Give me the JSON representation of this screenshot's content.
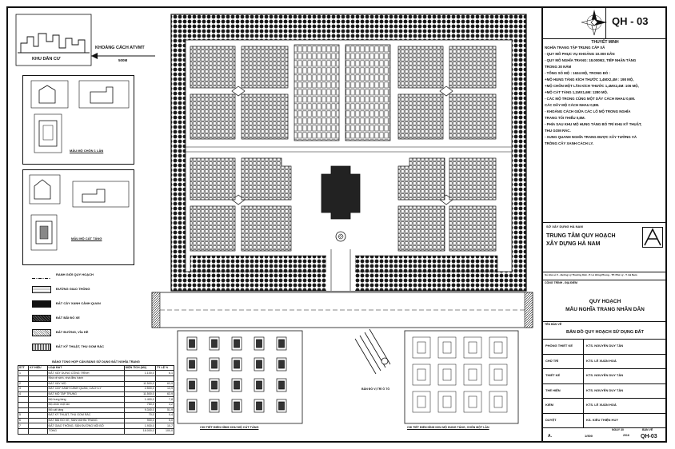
{
  "sheet": {
    "code": "QH - 03",
    "bottom_code": "QH-03",
    "paper_size": "A.",
    "scale": "1/500",
    "date_label": "NGÀY 30",
    "year": "2016",
    "sheet_label": "BẢN VẼ"
  },
  "residential": {
    "label": "KHU DÂN CƯ",
    "distance_label": "KHOẢNG CÁCH ATVMT",
    "distance_value": "500M"
  },
  "notes": {
    "title": "THUYẾT MINH",
    "lines": [
      "NGHĨA TRANG TẬP TRUNG CẤP XÃ",
      "- QUY MÔ PHỤC VỤ KHOẢNG 10.000 DÂN",
      "- QUY MÔ NGHĨA TRANG: 18.000M2, TIẾP NHẬN TĂNG",
      "TRONG 30 NĂM",
      "- TỔNG SỐ MỘ : 1634 MỘ, TRONG ĐÓ :",
      "+MỘ HUNG TÁNG KÍCH THƯỚC 1,4MX2,4M : 198 MỘ,",
      "+MỘ CHÔN MỘT LẦN KÍCH THƯỚC 1,4MX2,4M: 106 MỘ,",
      "+MỘ CÁT TÁNG 1,1MX1,6M: 1280 MỘ.",
      "- CÁC MỘ TRONG CÙNG MỘT DÃY CÁCH NHAU 0,6M.",
      "CÁC DÃY MỘ CÁCH NHAU 0,8M.",
      "- KHOẢNG CÁCH GIỮA CÁC LÔ MỘ TRONG NGHĨA",
      "TRANG TỐI THIỂU 0,8M.",
      "- PHÍA SAU KHU MỘ HUNG TÁNG BỐ TRÍ KHU KỸ THUẬT,",
      "THU GOM RÁC.",
      "- XUNG QUANH NGHĨA TRANG ĐƯỢC XÂY TƯỜNG VÀ",
      "TRỒNG CÂY XANH CÁCH LY."
    ]
  },
  "agency": {
    "parent": "SỞ XÂY DỰNG HÀ NAM",
    "name_line1": "TRUNG TÂM QUY HOẠCH",
    "name_line2": "XÂY DỰNG HÀ NAM",
    "address": "Số nhà số 5 - đường Lý Thường Kiệt - P. Lê Hồng Phong - TP. Phủ Lý - T. Hà Nam"
  },
  "project": {
    "label": "CÔNG TRÌNH - ĐỊA ĐIỂM",
    "title_line1": "QUY HOẠCH",
    "title_line2": "MẪU NGHĨA TRANG NHÂN DÂN",
    "drawing_label": "TÊN BẢN VẼ",
    "drawing_title": "BẢN ĐỒ QUY HOẠCH SỬ DỤNG ĐẤT"
  },
  "staff": [
    {
      "role": "PHÒNG THIẾT KẾ",
      "name": "KTS. NGUYỄN DUY TÂN"
    },
    {
      "role": "CHỦ TRÌ",
      "name": "KTS. LÊ XUÂN HOÀ"
    },
    {
      "role": "THIẾT KẾ",
      "name": "KTS. NGUYỄN DUY TÂN"
    },
    {
      "role": "THỂ HIỆN",
      "name": "KTS. NGUYỄN DUY TÂN"
    },
    {
      "role": "KIỂM",
      "name": "KTS. LÊ XUÂN HOÀ"
    },
    {
      "role": "DUYỆT",
      "name": "KS. KIỀU THIỆN HUY"
    }
  ],
  "detail_titles": {
    "single_burial": "MẪU MỘ CHÔN 1 LẦN",
    "cat_tang": "MẪU MỘ CÁT TÁNG",
    "detail_cat_tang": "CHI TIẾT ĐIỂN HÌNH KHU MỘ CÁT TÁNG",
    "entrance": "BẢN ĐỒ VỊ TRÍ Ô TÔ",
    "detail_hung_tang": "CHI TIẾT ĐIỂN HÌNH KHU MỘ HUNG TÁNG, CHÔN MỘT LẦN"
  },
  "legend": [
    {
      "label": "RANH GIỚI QUY HOẠCH"
    },
    {
      "label": "ĐƯỜNG GIAO THÔNG"
    },
    {
      "label": "ĐẤT CÂY XANH CẢNH QUAN"
    },
    {
      "label": "ĐẤT BÃI ĐỖ XE"
    },
    {
      "label": "ĐẤT ĐƯỜNG, VỈA HÈ"
    },
    {
      "label": "ĐẤT KỸ THUẬT, THU GOM RÁC"
    }
  ],
  "land_table": {
    "title": "BẢNG TỔNG HỢP CÂN BẰNG SỬ DỤNG ĐẤT NGHĨA TRANG",
    "headers": [
      "STT",
      "KÝ HIỆU",
      "LOẠI ĐẤT",
      "DIỆN TÍCH (M2)",
      "TỶ LỆ %"
    ],
    "rows": [
      [
        "1",
        "",
        "ĐẤT XÂY DỰNG CÔNG TRÌNH",
        "1.100,0",
        "6,1"
      ],
      [
        "",
        "",
        "Nhà vệ sinh, nhà điều hành",
        "",
        ""
      ],
      [
        "2",
        "",
        "ĐẤT XÂY MỘ",
        "11.500,0",
        "63,9"
      ],
      [
        "3",
        "",
        "ĐẤT CÂY XANH CẢNH QUAN, CÁCH LY",
        "2.500,0",
        "13,9"
      ],
      [
        "4",
        "",
        "ĐẤT MỘ TẬP TRUNG",
        "11.500,0",
        "63,9"
      ],
      [
        "",
        "",
        "Mộ hung táng",
        "1.400,0",
        "7,8"
      ],
      [
        "",
        "",
        "Mộ chôn một lần",
        "760,0",
        "4,2"
      ],
      [
        "",
        "",
        "Mộ cát táng",
        "9.340,0",
        "51,9"
      ],
      [
        "5",
        "",
        "ĐẤT KỸ THUẬT, THU GOM RÁC",
        "70,0",
        "0,4"
      ],
      [
        "6",
        "",
        "ĐẤT BÃI ĐỖ XE, SÂN NGHĨA TRANG",
        "900,0",
        "5,0"
      ],
      [
        "7",
        "",
        "ĐẤT GIAO THÔNG, SÂN ĐƯỜNG NỘI BỘ",
        "1.930,0",
        "10,7"
      ],
      [
        "",
        "",
        "TỔNG",
        "18.000,0",
        "100,0"
      ]
    ]
  }
}
